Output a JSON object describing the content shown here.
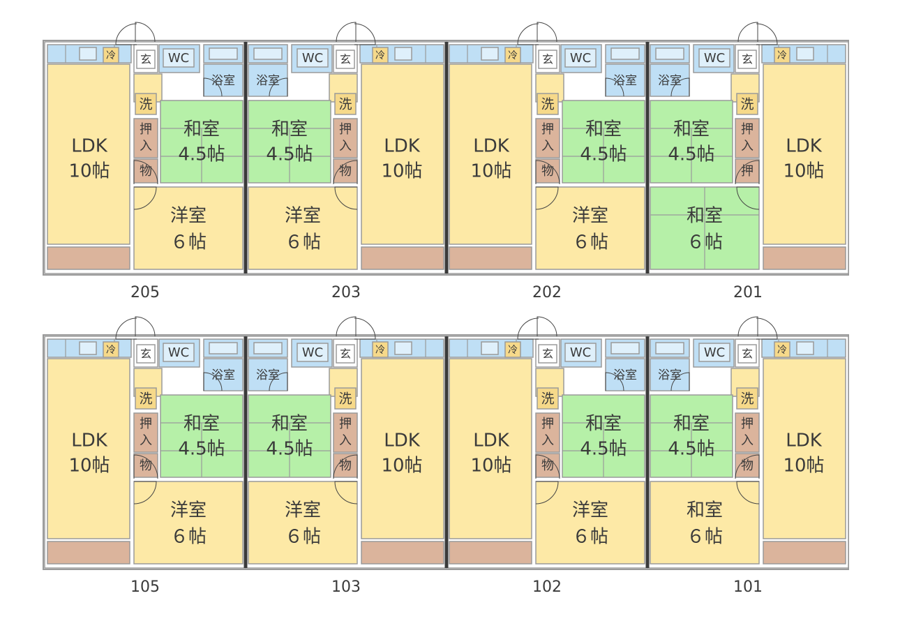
{
  "floors": [
    {
      "units": [
        {
          "number": "205",
          "mirror": false,
          "ldk": [
            "LDK",
            "10帖"
          ],
          "washitsu": [
            "和室",
            "4.5帖"
          ],
          "room2": {
            "kind": "yoshitsu",
            "lines": [
              "洋室",
              "６帖"
            ]
          },
          "closet": [
            "押",
            "入"
          ],
          "storage": "物",
          "wash": "洗",
          "entry": "玄",
          "wc": "WC",
          "bath": "浴室",
          "fridge": "冷"
        },
        {
          "number": "203",
          "mirror": true,
          "ldk": [
            "LDK",
            "10帖"
          ],
          "washitsu": [
            "和室",
            "4.5帖"
          ],
          "room2": {
            "kind": "yoshitsu",
            "lines": [
              "洋室",
              "６帖"
            ]
          },
          "closet": [
            "押",
            "入"
          ],
          "storage": "物",
          "wash": "洗",
          "entry": "玄",
          "wc": "WC",
          "bath": "浴室",
          "fridge": "冷"
        },
        {
          "number": "202",
          "mirror": false,
          "ldk": [
            "LDK",
            "10帖"
          ],
          "washitsu": [
            "和室",
            "4.5帖"
          ],
          "room2": {
            "kind": "yoshitsu",
            "lines": [
              "洋室",
              "６帖"
            ]
          },
          "closet": [
            "押",
            "入"
          ],
          "storage": "物",
          "wash": "洗",
          "entry": "玄",
          "wc": "WC",
          "bath": "浴室",
          "fridge": "冷"
        },
        {
          "number": "201",
          "mirror": true,
          "ldk": [
            "LDK",
            "10帖"
          ],
          "washitsu": [
            "和室",
            "4.5帖"
          ],
          "room2": {
            "kind": "washitsu",
            "lines": [
              "和室",
              "６帖"
            ]
          },
          "closet": [
            "押",
            "入"
          ],
          "storage": "押",
          "wash": "洗",
          "entry": "玄",
          "wc": "WC",
          "bath": "浴室",
          "fridge": "冷"
        }
      ]
    },
    {
      "units": [
        {
          "number": "105",
          "mirror": false,
          "ldk": [
            "LDK",
            "10帖"
          ],
          "washitsu": [
            "和室",
            "4.5帖"
          ],
          "room2": {
            "kind": "yoshitsu",
            "lines": [
              "洋室",
              "６帖"
            ]
          },
          "closet": [
            "押",
            "入"
          ],
          "storage": "物",
          "wash": "洗",
          "entry": "玄",
          "wc": "WC",
          "bath": "浴室",
          "fridge": "冷"
        },
        {
          "number": "103",
          "mirror": true,
          "ldk": [
            "LDK",
            "10帖"
          ],
          "washitsu": [
            "和室",
            "4.5帖"
          ],
          "room2": {
            "kind": "yoshitsu",
            "lines": [
              "洋室",
              "６帖"
            ]
          },
          "closet": [
            "押",
            "入"
          ],
          "storage": "物",
          "wash": "洗",
          "entry": "玄",
          "wc": "WC",
          "bath": "浴室",
          "fridge": "冷"
        },
        {
          "number": "102",
          "mirror": false,
          "ldk": [
            "LDK",
            "10帖"
          ],
          "washitsu": [
            "和室",
            "4.5帖"
          ],
          "room2": {
            "kind": "yoshitsu",
            "lines": [
              "洋室",
              "６帖"
            ]
          },
          "closet": [
            "押",
            "入"
          ],
          "storage": "物",
          "wash": "洗",
          "entry": "玄",
          "wc": "WC",
          "bath": "浴室",
          "fridge": "冷"
        },
        {
          "number": "101",
          "mirror": true,
          "ldk": [
            "LDK",
            "10帖"
          ],
          "washitsu": [
            "和室",
            "4.5帖"
          ],
          "room2": {
            "kind": "yoshitsu",
            "lines": [
              "和室",
              "６帖"
            ]
          },
          "closet": [
            "押",
            "入"
          ],
          "storage": "物",
          "wash": "洗",
          "entry": "玄",
          "wc": "WC",
          "bath": "浴室",
          "fridge": "冷"
        }
      ]
    }
  ],
  "colors": {
    "wall": "#9a9a9a",
    "party_wall": "#3a3a3a",
    "ldk": "#fde9a6",
    "yoshitsu": "#fde9a6",
    "washitsu": "#b6f0a8",
    "wet": "#bfdff5",
    "closet": "#dbb49c",
    "balcony": "#dbb49c",
    "floor_hall": "#fde9a6",
    "text": "#3a3a3a",
    "door_line": "#444444"
  }
}
